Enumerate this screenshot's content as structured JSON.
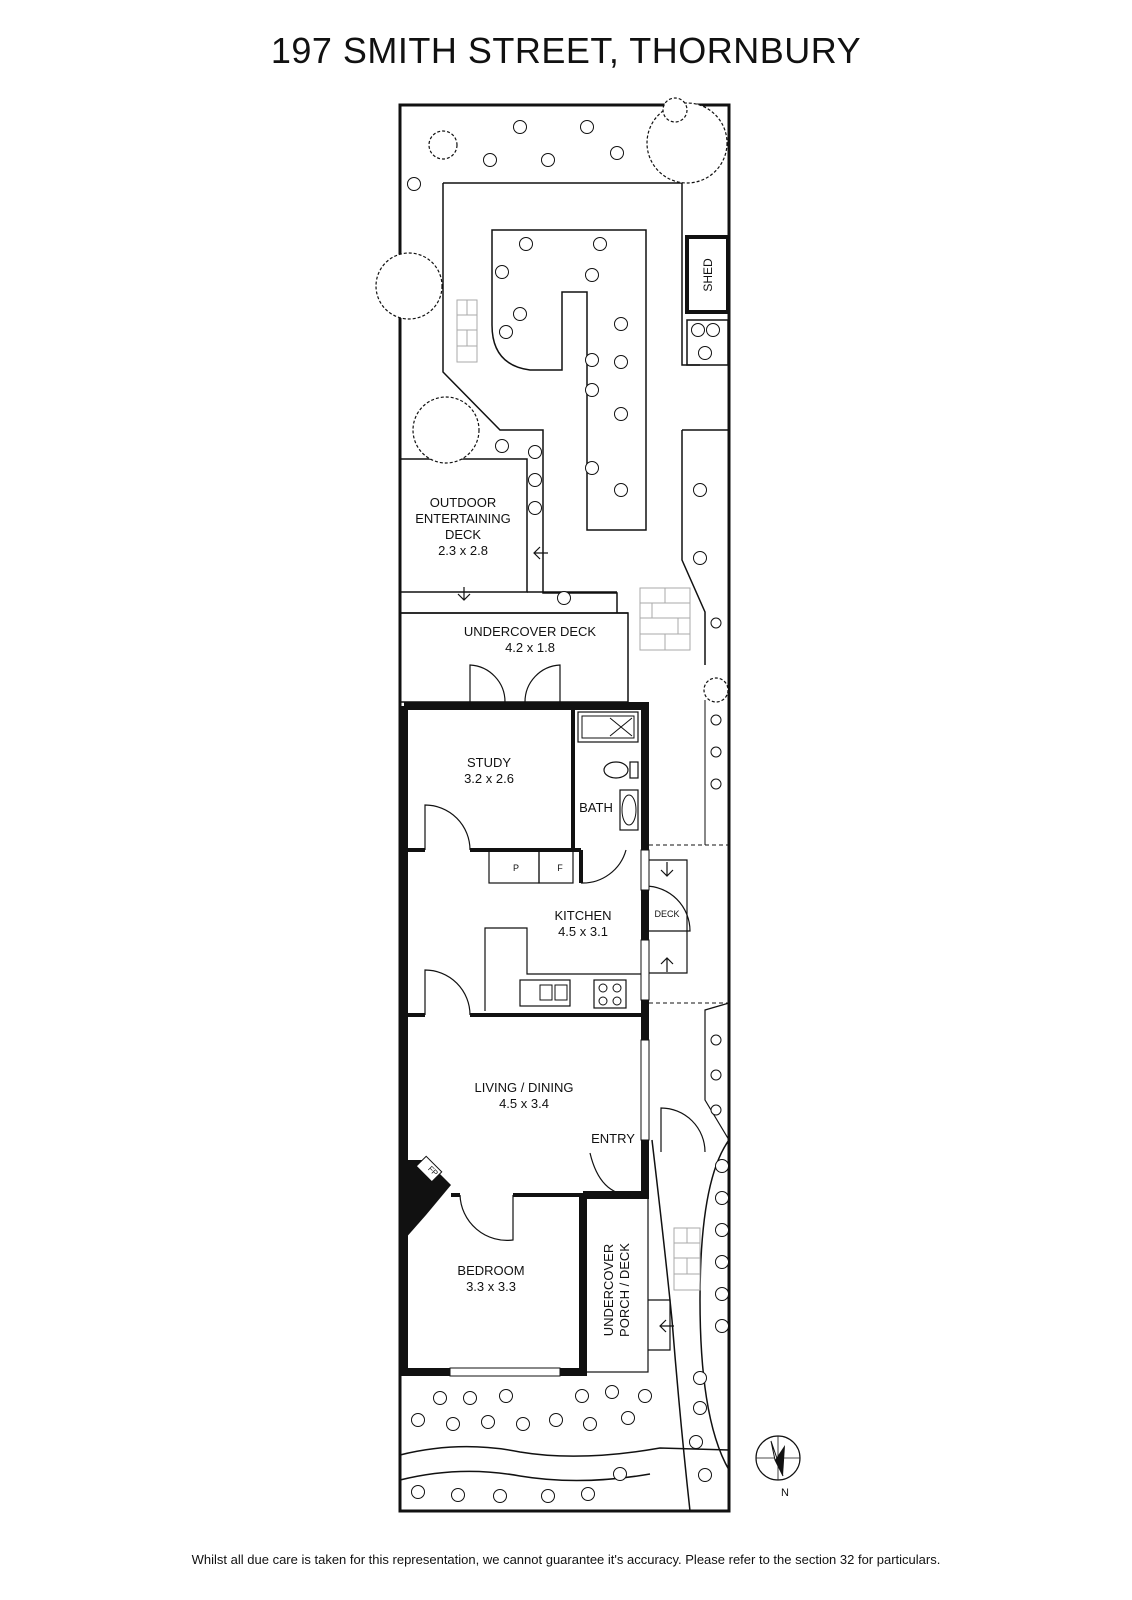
{
  "title": "197 SMITH STREET, THORNBURY",
  "disclaimer": "Whilst all due care is taken for this representation, we cannot guarantee it's accuracy. Please refer to the section 32 for particulars.",
  "rooms": {
    "outdoor": {
      "line1": "OUTDOOR",
      "line2": "ENTERTAINING",
      "line3": "DECK",
      "size": "2.3 x 2.8"
    },
    "undercover_deck": {
      "name": "UNDERCOVER DECK",
      "size": "4.2 x 1.8"
    },
    "study": {
      "name": "STUDY",
      "size": "3.2 x 2.6"
    },
    "bath": {
      "name": "BATH"
    },
    "kitchen": {
      "name": "KITCHEN",
      "size": "4.5 x 3.1"
    },
    "deck": {
      "name": "DECK"
    },
    "living": {
      "name": "LIVING / DINING",
      "size": "4.5 x 3.4"
    },
    "entry": {
      "name": "ENTRY"
    },
    "bedroom": {
      "name": "BEDROOM",
      "size": "3.3 x 3.3"
    },
    "porch": {
      "line1": "UNDERCOVER",
      "line2": "PORCH / DECK"
    },
    "shed": {
      "name": "SHED"
    }
  },
  "labels": {
    "pantry": "P",
    "fridge": "F",
    "fireplace": "FP",
    "north": "N"
  }
}
